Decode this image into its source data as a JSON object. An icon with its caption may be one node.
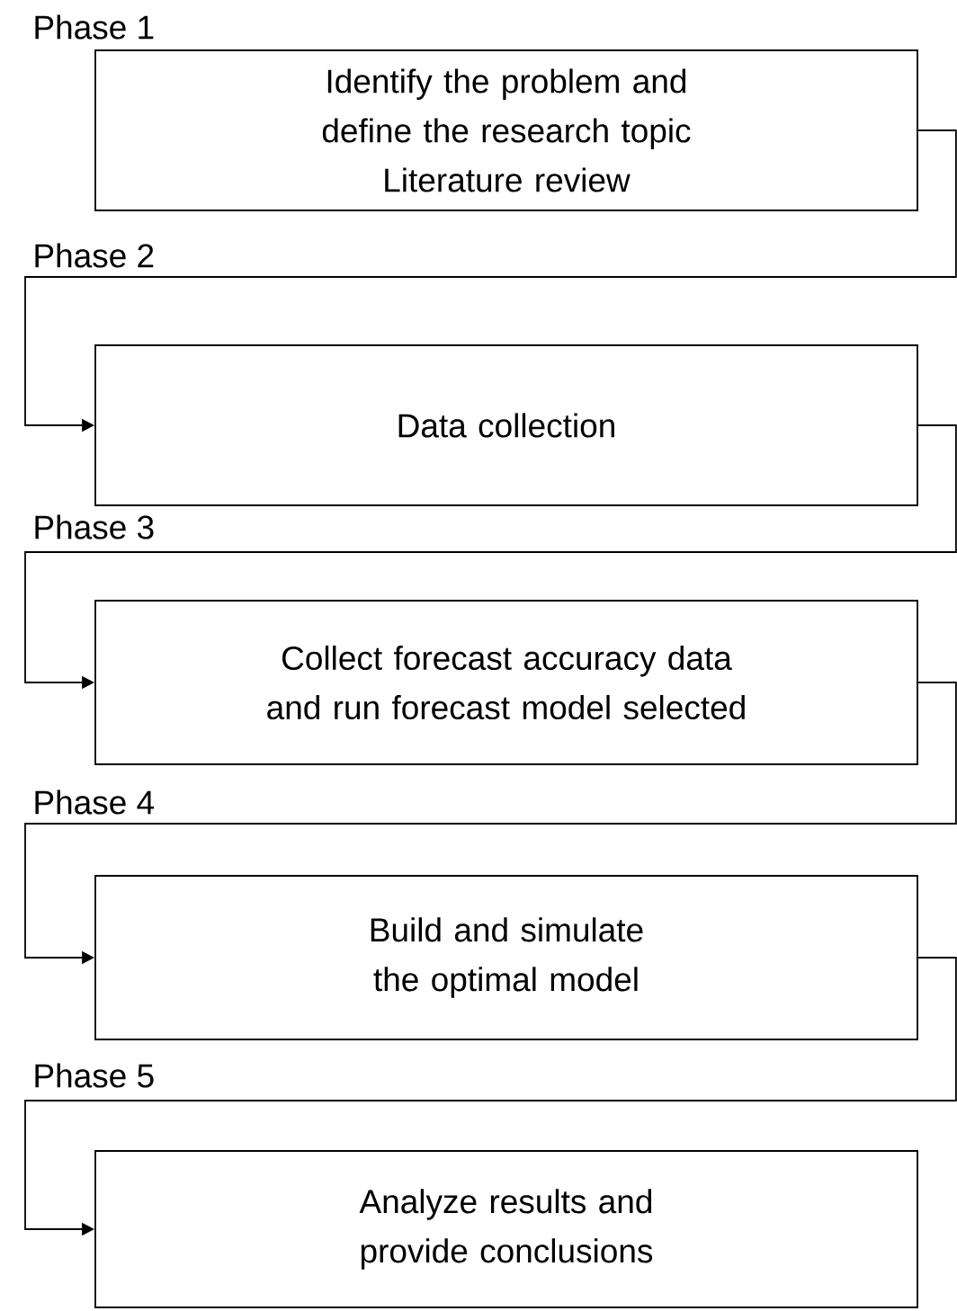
{
  "diagram": {
    "nodes": [
      {
        "text": [
          "Identify the problem and define the research topic",
          "Literature review"
        ]
      },
      {
        "text": [
          "Data collection"
        ]
      },
      {
        "text": [
          "Collect forecast accuracy data and run forecast model selected"
        ]
      },
      {
        "text": [
          "Build and simulate the optimal model"
        ]
      },
      {
        "text": [
          "Analyze results and provide conclusions"
        ]
      }
    ],
    "edges": [
      {
        "from": 0,
        "to": 1,
        "arrow": "to"
      },
      {
        "from": 1,
        "to": 2,
        "arrow": "to"
      },
      {
        "from": 2,
        "to": 3,
        "arrow": "to"
      },
      {
        "from": 3,
        "to": 4,
        "arrow": "to"
      }
    ],
    "labels": [
      "Phase 1",
      "Phase 2",
      "Phase 3",
      "Phase 4",
      "Phase 5"
    ]
  }
}
